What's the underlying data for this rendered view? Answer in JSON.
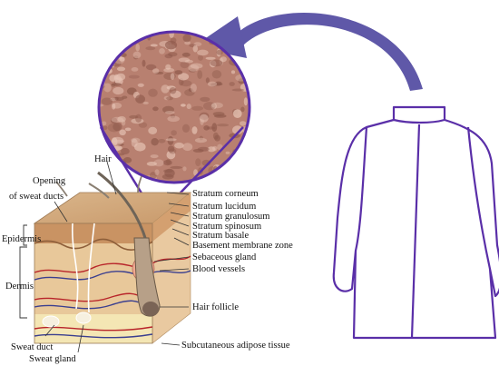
{
  "labels": {
    "hair": "Hair",
    "opening_line1": "Opening",
    "opening_line2": "of sweat ducts",
    "epidermis": "Epidermis",
    "dermis": "Dermis",
    "sweat_duct": "Sweat duct",
    "sweat_gland": "Sweat gland",
    "stratum_corneum": "Stratum corneum",
    "stratum_lucidum": "Stratum lucidum",
    "stratum_granulosum": "Stratum granulosum",
    "stratum_spinosum": "Stratum spinosum",
    "stratum_basale": "Stratum basale",
    "basement_membrane": "Basement membrane zone",
    "sebaceous_gland": "Sebaceous gland",
    "blood_vessels": "Blood vessels",
    "hair_follicle": "Hair follicle",
    "subcutaneous": "Subcutaneous adipose tissue"
  },
  "colors": {
    "outline": "#5a2fa8",
    "arrow": "#5f58a8",
    "epidermis": "#c79a6a",
    "dermis": "#e8c89a",
    "fat": "#f4e6b4",
    "vessel_red": "#b8242a",
    "vessel_blue": "#3b3f8f",
    "magnifier_fill": "#b88070"
  }
}
